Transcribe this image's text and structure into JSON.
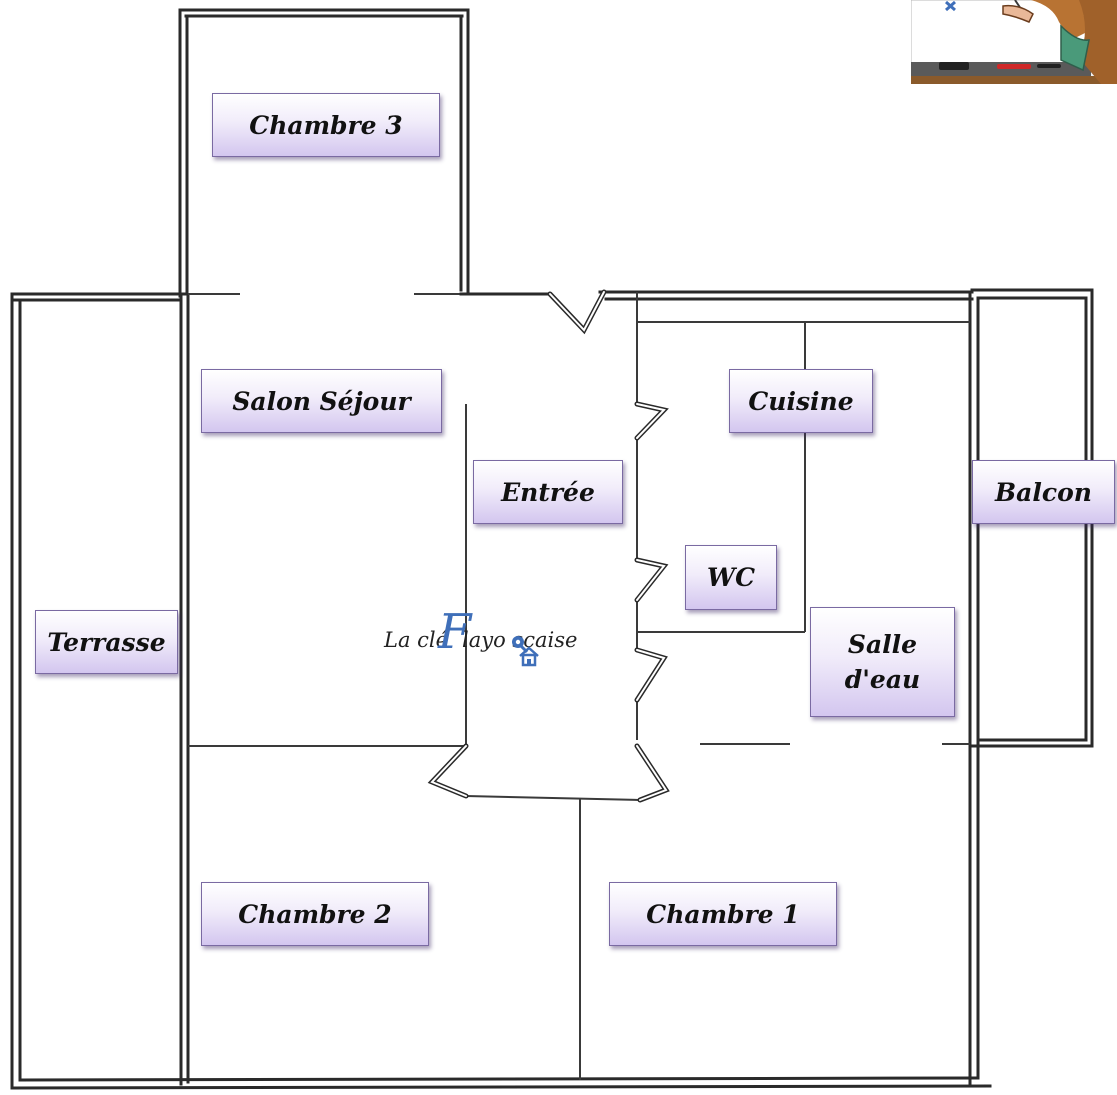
{
  "rooms": {
    "chambre3": "Chambre 3",
    "salon": "Salon Séjour",
    "cuisine": "Cuisine",
    "entree": "Entrée",
    "balcon": "Balcon",
    "wc": "WC",
    "terrasse": "Terrasse",
    "salle_line1": "Salle",
    "salle_line2": "d'eau",
    "chambre2": "Chambre 2",
    "chambre1": "Chambre 1"
  },
  "watermark": {
    "left": "La clé",
    "letter": "F",
    "right": "layo scaise"
  },
  "colors": {
    "label_border": "#7a6aa2",
    "label_gradient_end": "#d3c6ef",
    "wall": "#2a2a2a",
    "watermark_accent": "#3f6fb9"
  },
  "icons": [
    "key-house-logo-icon",
    "teacher-cartoon-icon"
  ]
}
